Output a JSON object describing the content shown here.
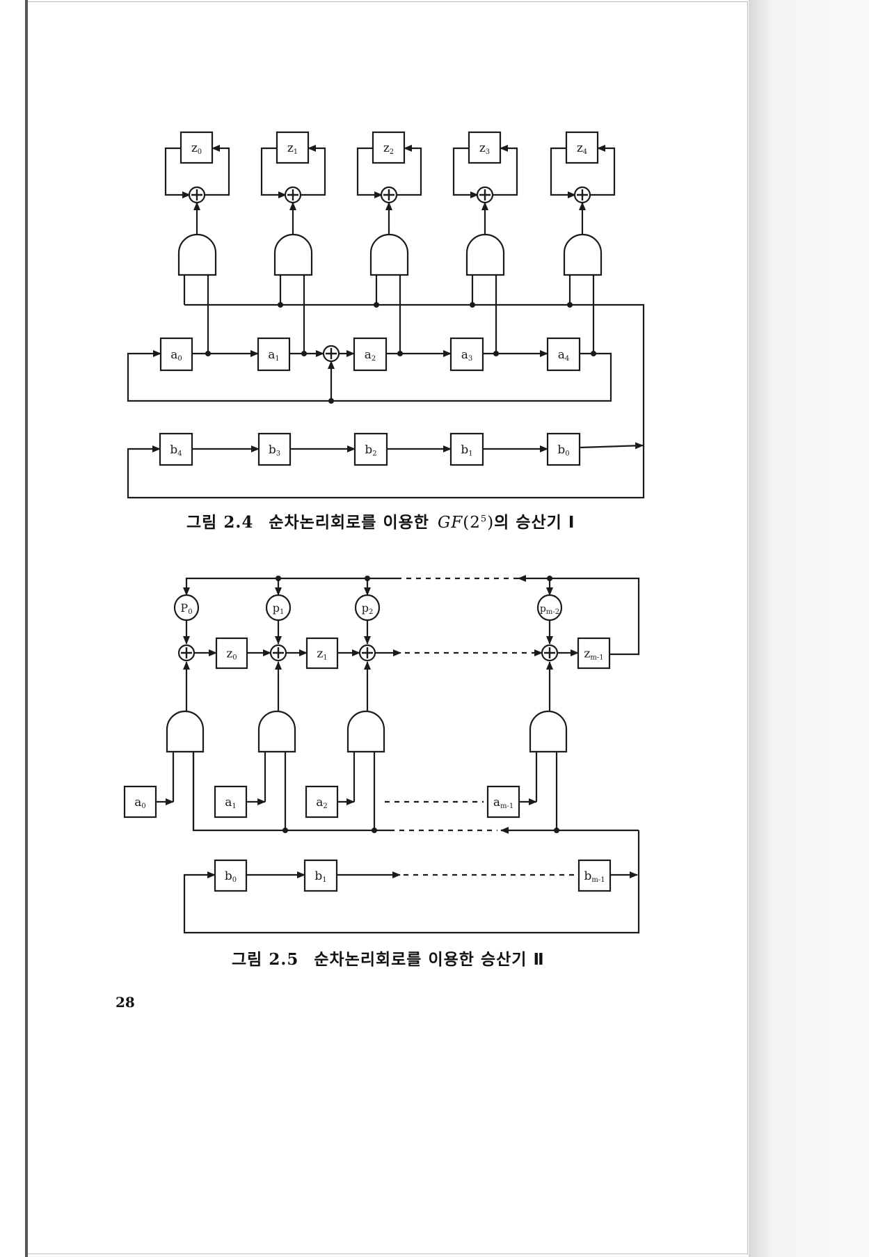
{
  "figure_1": {
    "z_registers": [
      {
        "base": "z",
        "sub": "0"
      },
      {
        "base": "z",
        "sub": "1"
      },
      {
        "base": "z",
        "sub": "2"
      },
      {
        "base": "z",
        "sub": "3"
      },
      {
        "base": "z",
        "sub": "4"
      }
    ],
    "a_registers": [
      {
        "base": "a",
        "sub": "0"
      },
      {
        "base": "a",
        "sub": "1"
      },
      {
        "base": "a",
        "sub": "2"
      },
      {
        "base": "a",
        "sub": "3"
      },
      {
        "base": "a",
        "sub": "4"
      }
    ],
    "b_registers": [
      {
        "base": "b",
        "sub": "4"
      },
      {
        "base": "b",
        "sub": "3"
      },
      {
        "base": "b",
        "sub": "2"
      },
      {
        "base": "b",
        "sub": "1"
      },
      {
        "base": "b",
        "sub": "0"
      }
    ],
    "caption": {
      "label": "그림 2.4",
      "text": "순차논리회로를 이용한",
      "math": "GF",
      "paren_open": "(2",
      "exponent": "5",
      "paren_close": ")",
      "text_after": "의 승산기 Ⅰ"
    }
  },
  "figure_2": {
    "p_coefficients": [
      {
        "base": "P",
        "sub": "0"
      },
      {
        "base": "p",
        "sub": "1"
      },
      {
        "base": "p",
        "sub": "2"
      },
      {
        "base": "p",
        "sub": "m-2"
      }
    ],
    "z_registers": [
      {
        "base": "z",
        "sub": "0"
      },
      {
        "base": "z",
        "sub": "1"
      },
      {
        "base": "z",
        "sub": "m-1"
      }
    ],
    "a_registers": [
      {
        "base": "a",
        "sub": "0"
      },
      {
        "base": "a",
        "sub": "1"
      },
      {
        "base": "a",
        "sub": "2"
      },
      {
        "base": "a",
        "sub": "m-1"
      }
    ],
    "b_registers": [
      {
        "base": "b",
        "sub": "0"
      },
      {
        "base": "b",
        "sub": "1"
      },
      {
        "base": "b",
        "sub": "m-1"
      }
    ],
    "caption": {
      "label": "그림 2.5",
      "text": "순차논리회로를 이용한 승산기 Ⅱ"
    }
  },
  "page_number": "28",
  "colors": {
    "ink": "#1a1a1a",
    "paper": "#ffffff"
  }
}
